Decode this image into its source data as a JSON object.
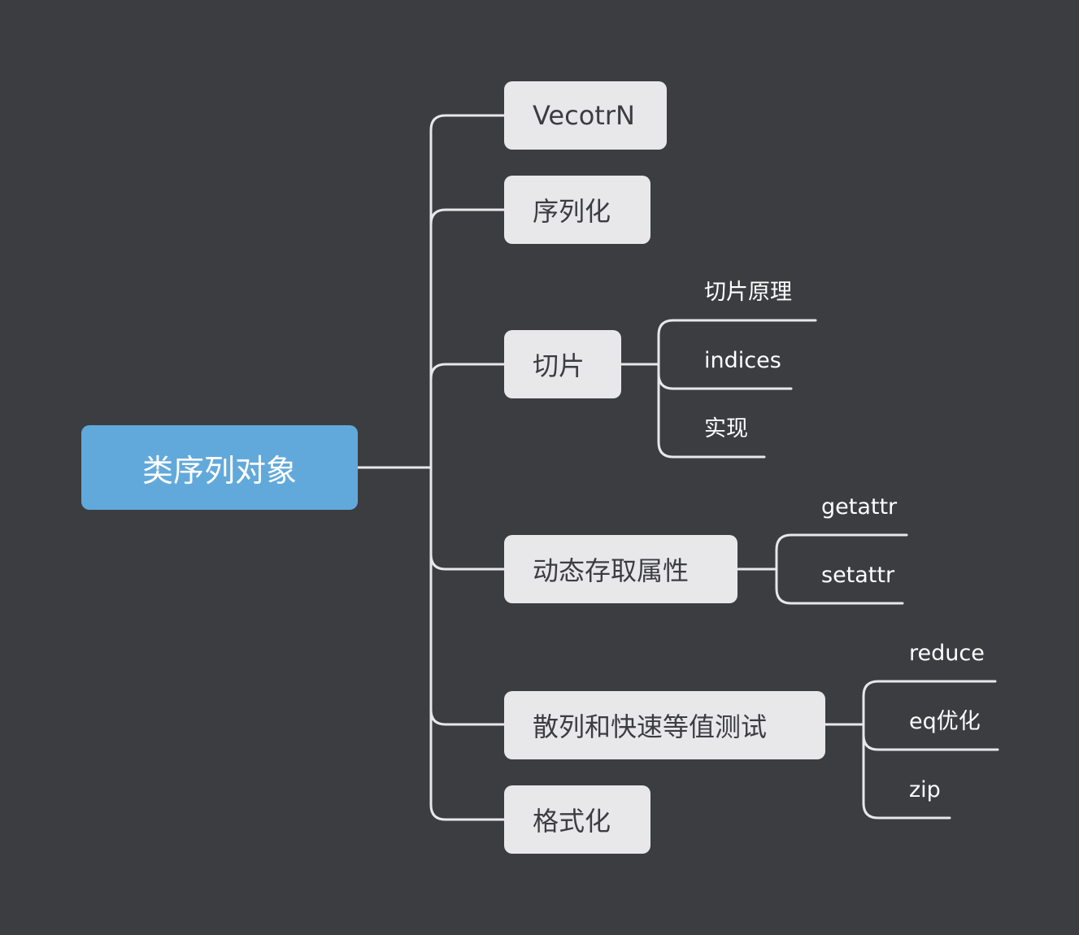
{
  "root": {
    "label": "类序列对象"
  },
  "branches": [
    {
      "label": "VecotrN"
    },
    {
      "label": "序列化"
    },
    {
      "label": "切片",
      "children": [
        "切片原理",
        "indices",
        "实现"
      ]
    },
    {
      "label": "动态存取属性",
      "children": [
        "getattr",
        "setattr"
      ]
    },
    {
      "label": "散列和快速等值测试",
      "children": [
        "reduce",
        "eq优化",
        "zip"
      ]
    },
    {
      "label": "格式化"
    }
  ],
  "colors": {
    "background": "#3c3d41",
    "root_fill": "#62a9db",
    "branch_fill": "#e8e8ea",
    "connector": "#e8e8ea"
  }
}
